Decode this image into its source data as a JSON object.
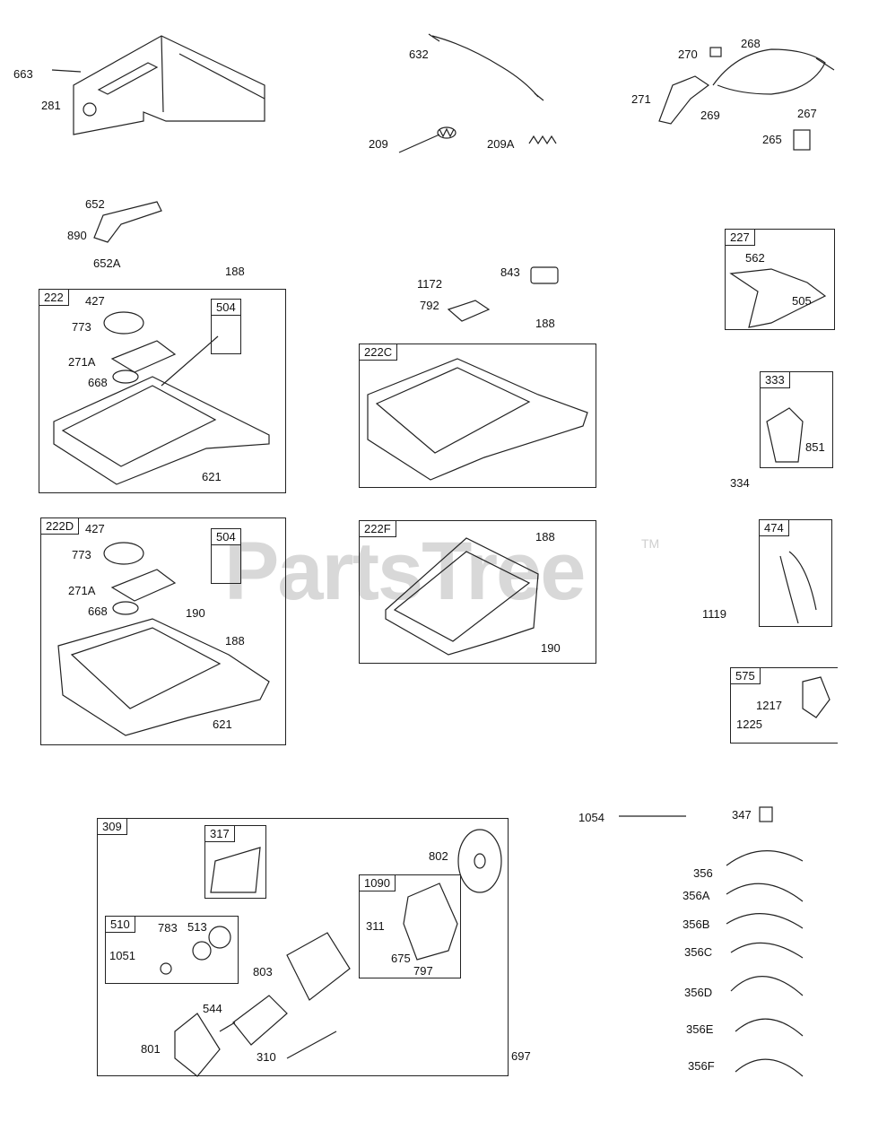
{
  "watermark": {
    "text": "PartsTree",
    "tm": "TM"
  },
  "boxes": {
    "b222": "222",
    "b504a": "504",
    "b222d": "222D",
    "b504b": "504",
    "b222c": "222C",
    "b222f": "222F",
    "b227": "227",
    "b333": "333",
    "b474": "474",
    "b575": "575",
    "b309": "309",
    "b317": "317",
    "b510": "510",
    "b1090": "1090"
  },
  "labels": {
    "l663": "663",
    "l281": "281",
    "l632": "632",
    "l209": "209",
    "l209a": "209A",
    "l270": "270",
    "l268": "268",
    "l271": "271",
    "l269": "269",
    "l267": "267",
    "l265": "265",
    "l652": "652",
    "l890": "890",
    "l652a": "652A",
    "l188a": "188",
    "l427a": "427",
    "l773a": "773",
    "l271aa": "271A",
    "l668a": "668",
    "l621a": "621",
    "l1172": "1172",
    "l843": "843",
    "l792": "792",
    "l188b": "188",
    "l562": "562",
    "l505": "505",
    "l851": "851",
    "l334": "334",
    "l427b": "427",
    "l773b": "773",
    "l271ab": "271A",
    "l668b": "668",
    "l190a": "190",
    "l188c": "188",
    "l621b": "621",
    "l188d": "188",
    "l190b": "190",
    "l1119": "1119",
    "l1217": "1217",
    "l1225": "1225",
    "l1054": "1054",
    "l347": "347",
    "l802": "802",
    "l311": "311",
    "l675": "675",
    "l797": "797",
    "l783": "783",
    "l513": "513",
    "l1051": "1051",
    "l803": "803",
    "l544": "544",
    "l801": "801",
    "l310": "310",
    "l697": "697",
    "l356": "356",
    "l356a": "356A",
    "l356b": "356B",
    "l356c": "356C",
    "l356d": "356D",
    "l356e": "356E",
    "l356f": "356F"
  }
}
